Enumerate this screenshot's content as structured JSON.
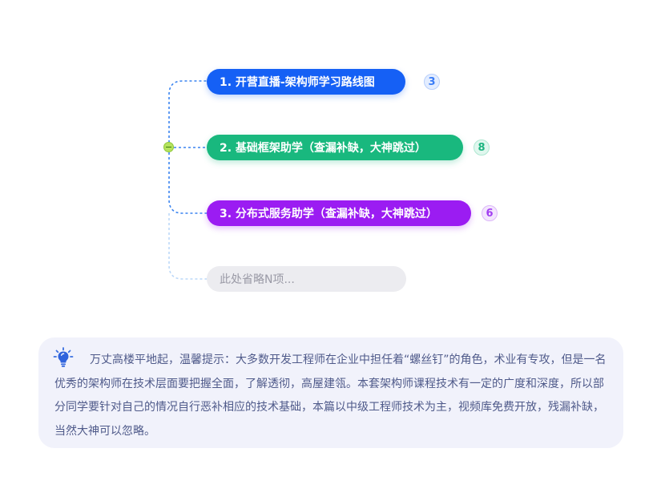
{
  "mindmap": {
    "branches": [
      {
        "label": "1. 开营直播-架构师学习路线图",
        "count": "3",
        "color": "#1560f5"
      },
      {
        "label": "2. 基础框架助学（查漏补缺，大神跳过）",
        "count": "8",
        "color": "#19b87e"
      },
      {
        "label": "3. 分布式服务助学（查漏补缺，大神跳过）",
        "count": "6",
        "color": "#9b1cf2"
      }
    ],
    "omitted_label": "此处省略N项..."
  },
  "notice": {
    "icon": "lightbulb-icon",
    "text": "万丈高楼平地起，温馨提示：大多数开发工程师在企业中担任着“螺丝钉”的角色，术业有专攻，但是一名优秀的架构师在技术层面要把握全面，了解透彻，高屋建瓴。本套架构师课程技术有一定的广度和深度，所以部分同学要针对自己的情况自行恶补相应的技术基础，本篇以中级工程师技术为主，视频库免费开放，残漏补缺，当然大神可以忽略。"
  }
}
